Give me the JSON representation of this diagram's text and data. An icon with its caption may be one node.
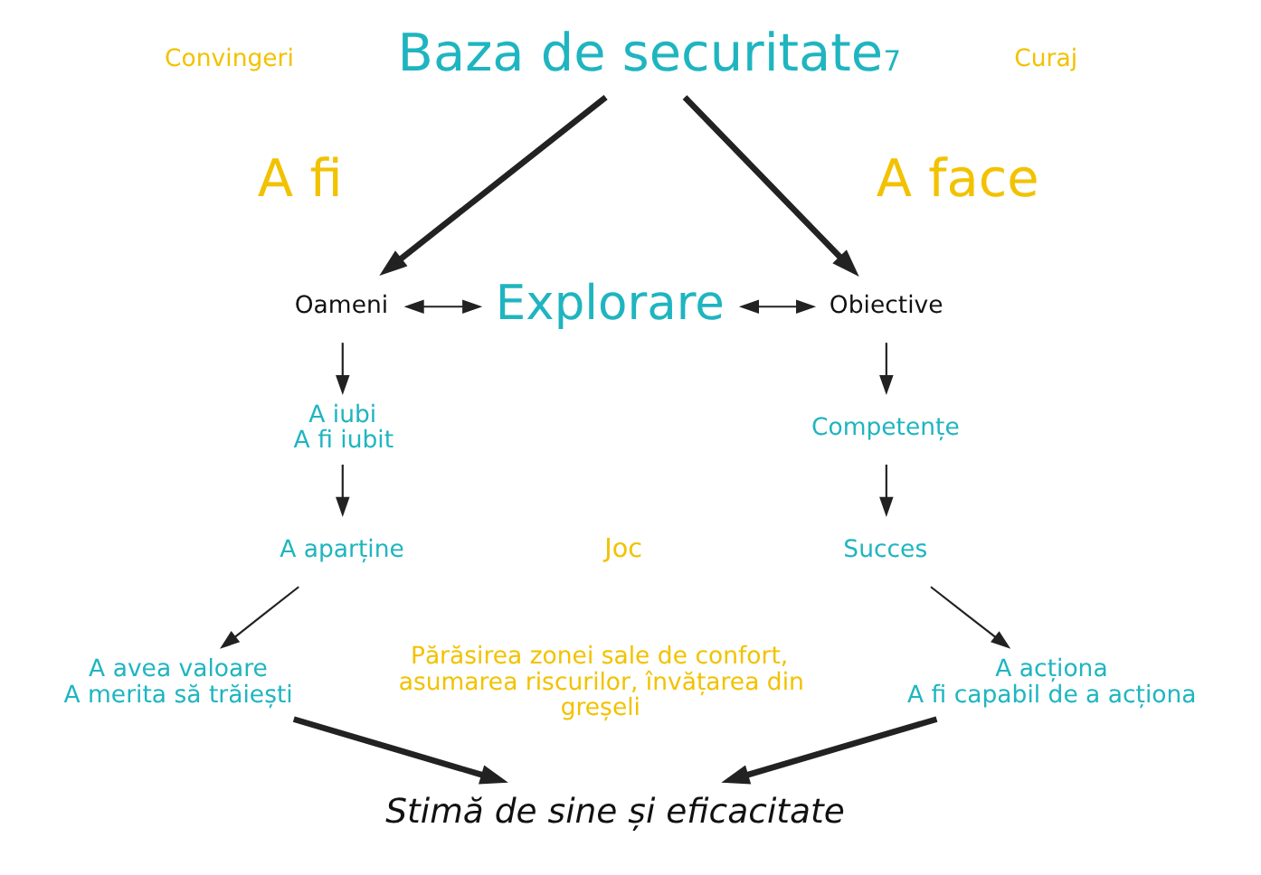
{
  "diagram": {
    "nodes": [
      {
        "text": [
          "Baza de securitate$^{7}$"
        ]
      },
      {
        "text": [
          "Oameni"
        ]
      },
      {
        "text": [
          "Explorare"
        ]
      },
      {
        "text": [
          "Obiective"
        ]
      },
      {
        "text": [
          "A iubi",
          "A fi iubit"
        ]
      },
      {
        "text": [
          "A aparține"
        ]
      },
      {
        "text": [
          "A avea valoare",
          "A merita să trăiești"
        ]
      },
      {
        "text": [
          "Competențe"
        ]
      },
      {
        "text": [
          "Succes"
        ]
      },
      {
        "text": [
          "A acționa",
          "A fi capabil de a acționa"
        ]
      },
      {
        "text": [
          "Stimă de sine și eficacitate"
        ]
      }
    ],
    "edges": [
      {
        "from": 0,
        "to": 1,
        "arrow": "to",
        "style": "thick"
      },
      {
        "from": 0,
        "to": 3,
        "arrow": "to",
        "style": "thick"
      },
      {
        "from": 1,
        "to": 2,
        "arrow": "both"
      },
      {
        "from": 2,
        "to": 3,
        "arrow": "both"
      },
      {
        "from": 1,
        "to": 4,
        "arrow": "to"
      },
      {
        "from": 4,
        "to": 5,
        "arrow": "to"
      },
      {
        "from": 5,
        "to": 6,
        "arrow": "to"
      },
      {
        "from": 3,
        "to": 7,
        "arrow": "to"
      },
      {
        "from": 7,
        "to": 8,
        "arrow": "to"
      },
      {
        "from": 8,
        "to": 9,
        "arrow": "to"
      },
      {
        "from": 6,
        "to": 10,
        "arrow": "to",
        "style": "thick"
      },
      {
        "from": 9,
        "to": 10,
        "arrow": "to",
        "style": "thick"
      }
    ],
    "labels": [
      "Convingeri",
      "A fi",
      "Curaj",
      "A face",
      "Joc",
      "Părăsirea zonei sale de confort, asumarea riscurilor, învățarea din greșeli"
    ]
  }
}
